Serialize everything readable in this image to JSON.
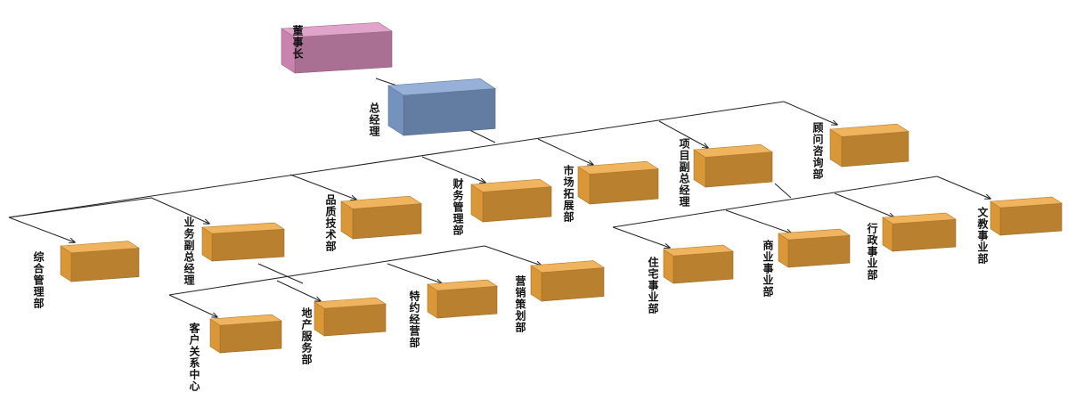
{
  "colors": {
    "chairman_box": "#d98fbd",
    "gm_box": "#7f9fcf",
    "dept_box": "#eda43c",
    "connector": "#222222",
    "text": "#111111"
  },
  "nodes": [
    {
      "id": "chairman",
      "label": "董事长",
      "icon": "pink-block"
    },
    {
      "id": "gm",
      "label": "总经理",
      "icon": "blue-block"
    },
    {
      "id": "comprehensive",
      "label": "综合管理部",
      "icon": "orange-block"
    },
    {
      "id": "business_vp",
      "label": "业务副总经理",
      "icon": "orange-block"
    },
    {
      "id": "quality_tech",
      "label": "品质技术部",
      "icon": "orange-block"
    },
    {
      "id": "finance",
      "label": "财务管理部",
      "icon": "orange-block"
    },
    {
      "id": "marketing",
      "label": "市场拓展部",
      "icon": "orange-block"
    },
    {
      "id": "project_vp",
      "label": "项目副总经理",
      "icon": "orange-block"
    },
    {
      "id": "consulting",
      "label": "顾问咨询部",
      "icon": "orange-block"
    },
    {
      "id": "customer",
      "label": "客户关系中心",
      "icon": "orange-block"
    },
    {
      "id": "realestate",
      "label": "地产服务部",
      "icon": "orange-block"
    },
    {
      "id": "franchise",
      "label": "特约经营部",
      "icon": "orange-block"
    },
    {
      "id": "planning",
      "label": "营销策划部",
      "icon": "orange-block"
    },
    {
      "id": "residential",
      "label": "住宅事业部",
      "icon": "orange-block"
    },
    {
      "id": "commercial",
      "label": "商业事业部",
      "icon": "orange-block"
    },
    {
      "id": "admin",
      "label": "行政事业部",
      "icon": "orange-block"
    },
    {
      "id": "culture_edu",
      "label": "文教事业部",
      "icon": "orange-block"
    }
  ],
  "edges": [
    {
      "from": "chairman",
      "to": "gm"
    },
    {
      "from": "gm",
      "to": "comprehensive"
    },
    {
      "from": "gm",
      "to": "business_vp"
    },
    {
      "from": "gm",
      "to": "quality_tech"
    },
    {
      "from": "gm",
      "to": "finance"
    },
    {
      "from": "gm",
      "to": "marketing"
    },
    {
      "from": "gm",
      "to": "project_vp"
    },
    {
      "from": "gm",
      "to": "consulting"
    },
    {
      "from": "business_vp",
      "to": "customer"
    },
    {
      "from": "business_vp",
      "to": "realestate"
    },
    {
      "from": "business_vp",
      "to": "franchise"
    },
    {
      "from": "business_vp",
      "to": "planning"
    },
    {
      "from": "project_vp",
      "to": "residential"
    },
    {
      "from": "project_vp",
      "to": "commercial"
    },
    {
      "from": "project_vp",
      "to": "admin"
    },
    {
      "from": "project_vp",
      "to": "culture_edu"
    }
  ]
}
